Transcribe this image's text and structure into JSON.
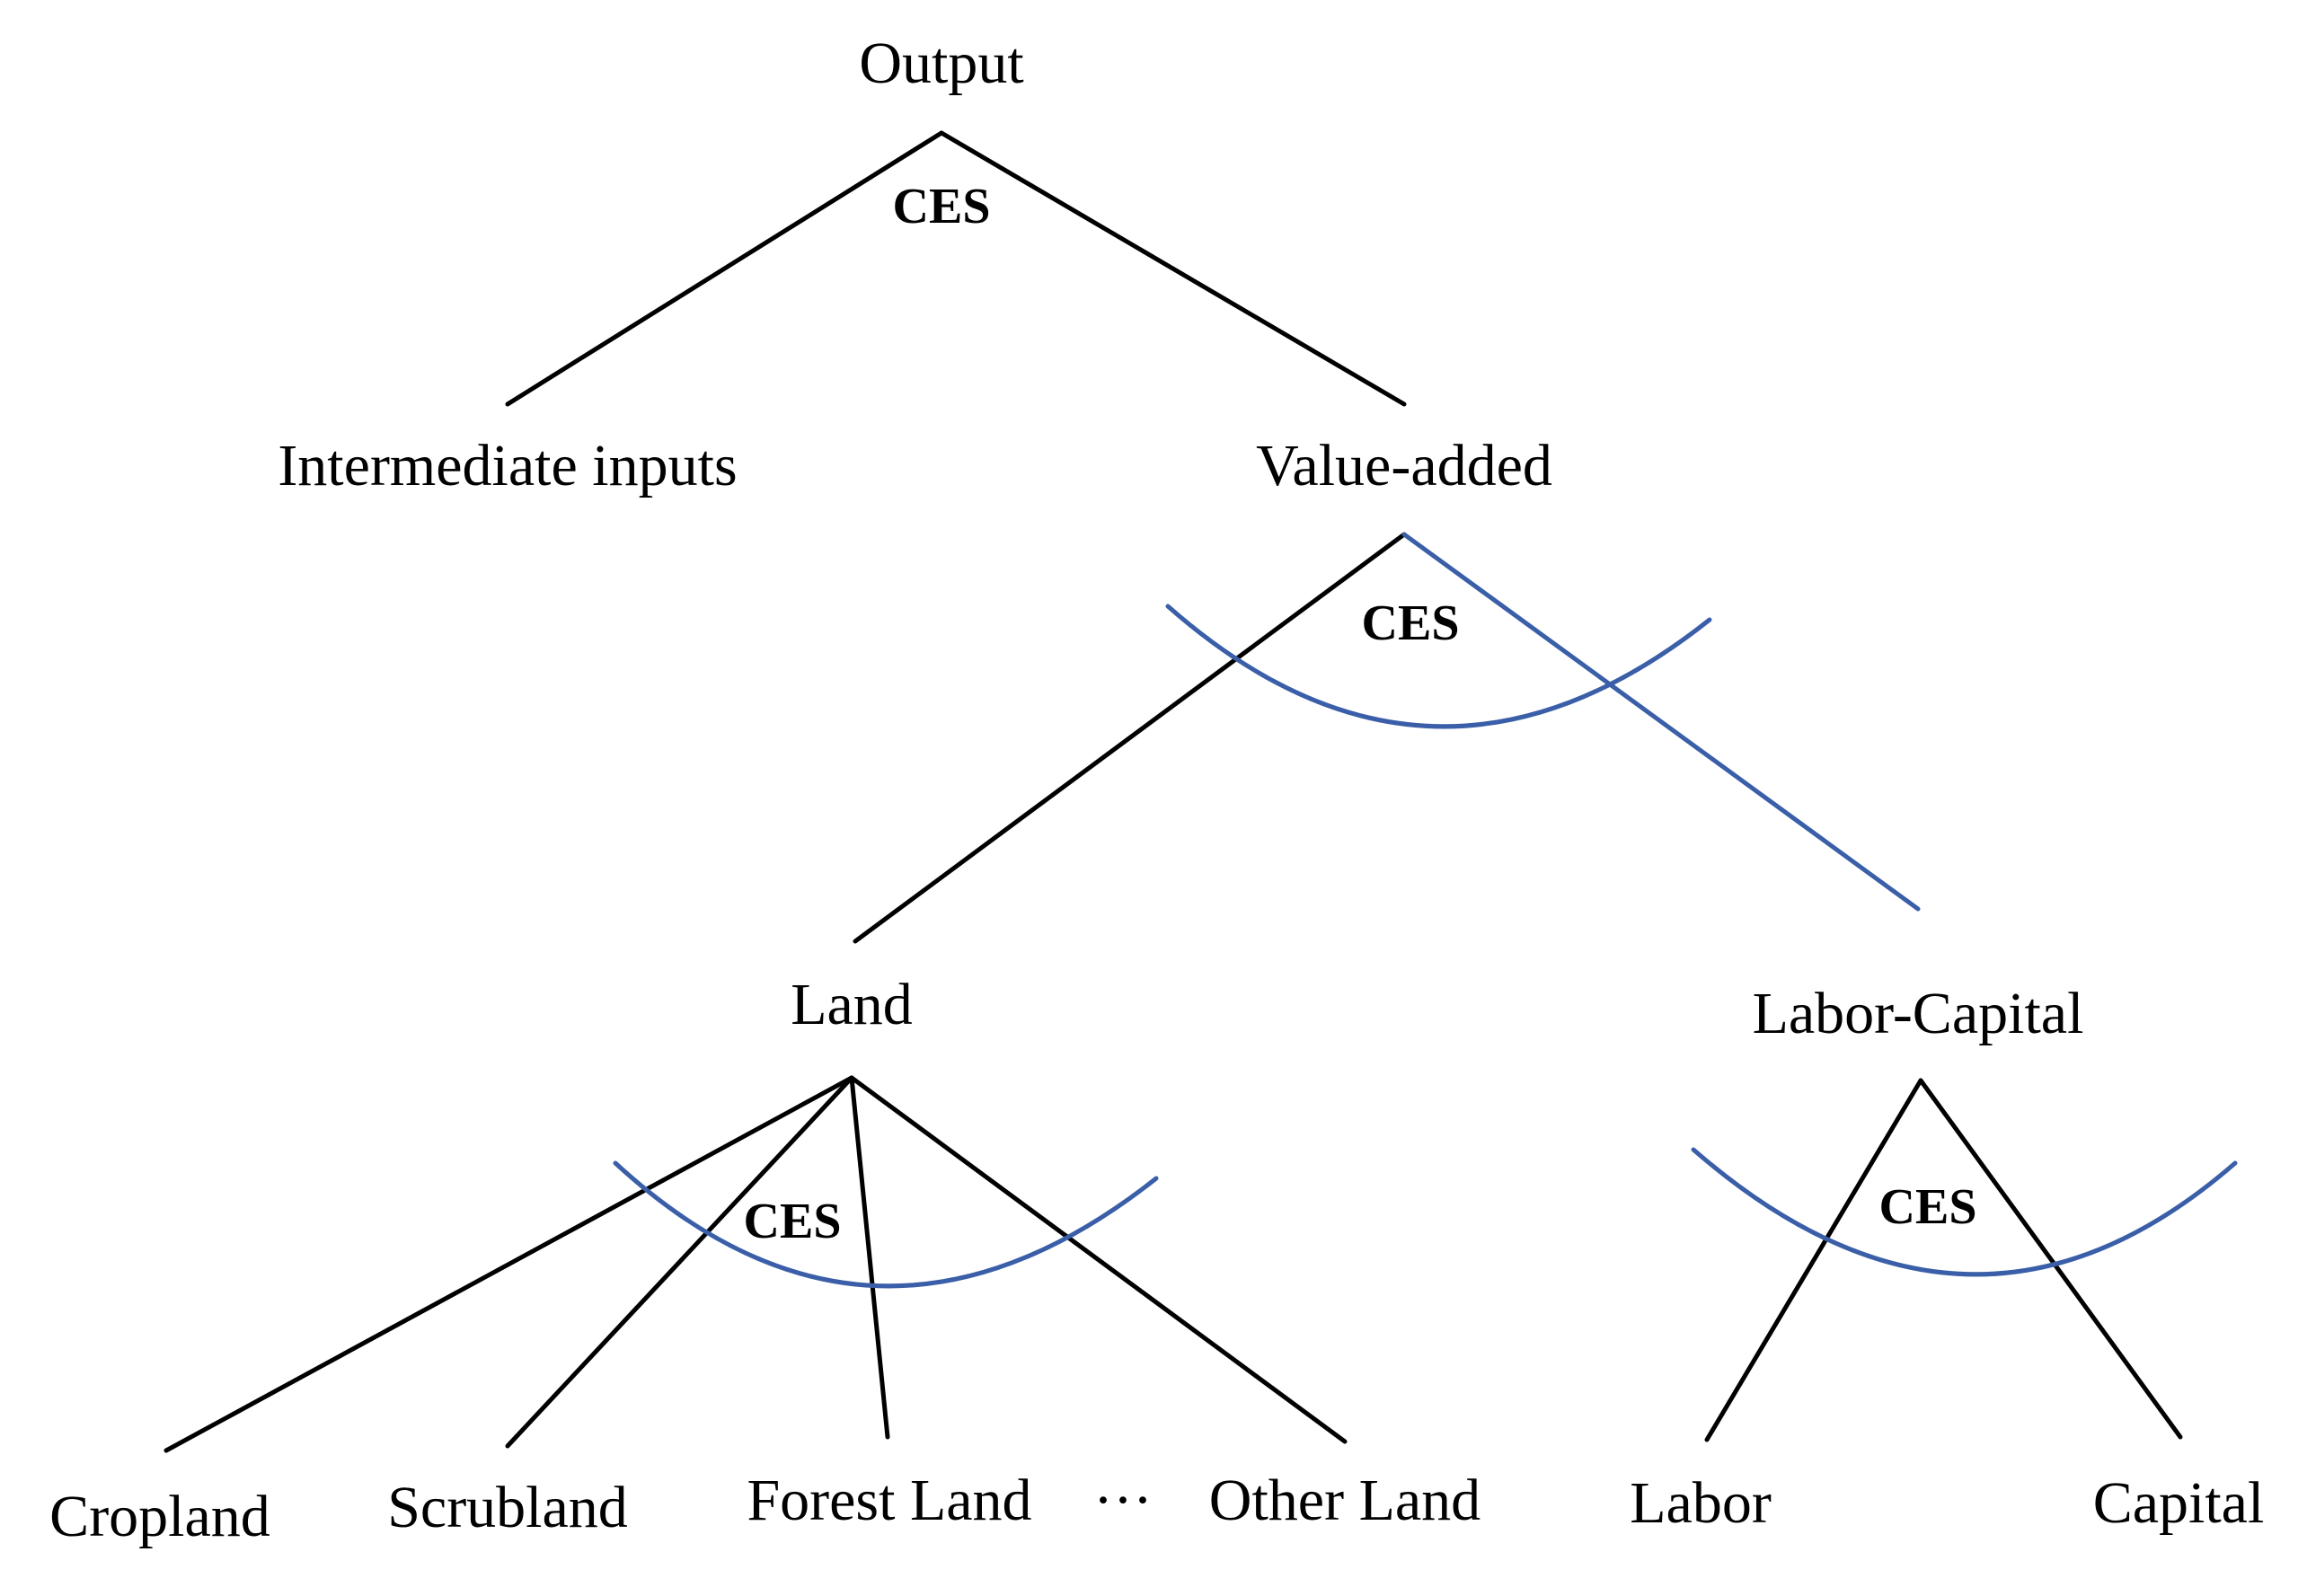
{
  "colors": {
    "edge": "#000000",
    "ces_arc": "#3a5fa8"
  },
  "nodes": {
    "output": "Output",
    "intermediate_inputs": "Intermediate inputs",
    "value_added": "Value-added",
    "land": "Land",
    "labor_capital": "Labor-Capital",
    "cropland": "Cropland",
    "scrubland": "Scrubland",
    "forest_land": "Forest Land",
    "ellipsis": "···",
    "other_land": "Other Land",
    "labor": "Labor",
    "capital": "Capital"
  },
  "ces": {
    "output_nest": "CES",
    "value_added_nest": "CES",
    "land_nest": "CES",
    "labor_capital_nest": "CES"
  }
}
